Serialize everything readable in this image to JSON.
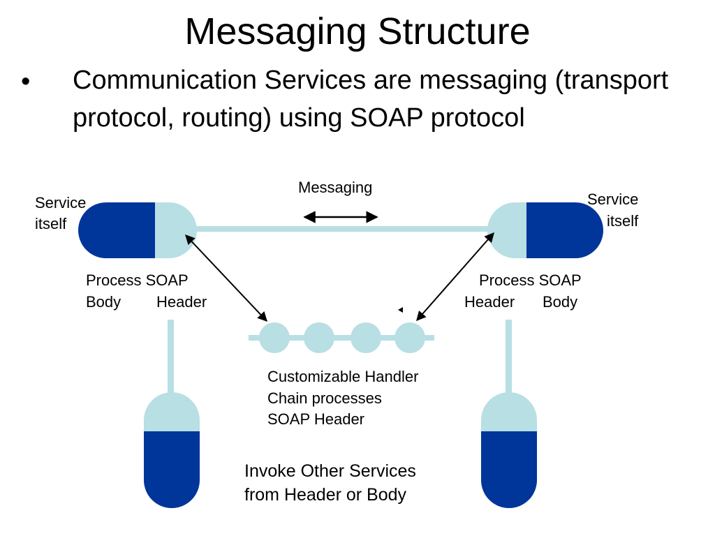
{
  "slide": {
    "title": "Messaging Structure",
    "bullet_marker": "•",
    "bullet": "Communication Services are messaging (transport protocol, routing) using SOAP protocol"
  },
  "diagram": {
    "messaging_label": "Messaging",
    "left_service": {
      "line1": "Service",
      "line2": "itself"
    },
    "right_service": {
      "line1": "Service",
      "line2": "itself"
    },
    "left_process": {
      "line1": "Process SOAP",
      "body": "Body",
      "header": "Header"
    },
    "right_process": {
      "line1": "Process SOAP",
      "header": "Header",
      "body": "Body"
    },
    "handler_chain": {
      "line1": "Customizable Handler",
      "line2": "Chain processes",
      "line3": "SOAP Header"
    },
    "invoke": {
      "line1": "Invoke Other Services",
      "line2": "from Header or Body"
    },
    "colors": {
      "dark_blue": "#00359a",
      "light_blue": "#b8dfe3",
      "arrow": "#000000"
    }
  }
}
